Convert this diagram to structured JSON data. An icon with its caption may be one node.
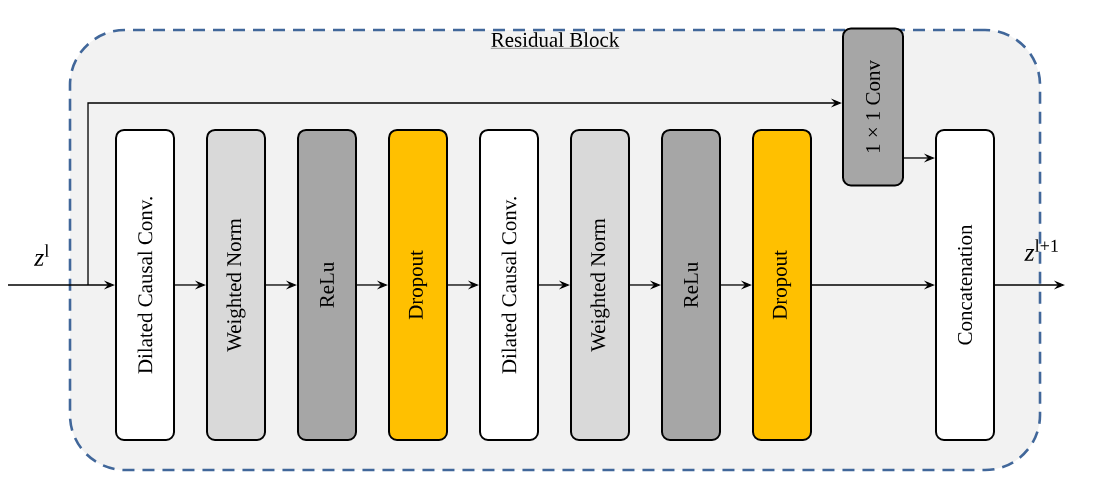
{
  "diagram": {
    "nodes": [
      {
        "text": [
          "Residual Block"
        ]
      },
      {
        "text": [
          "Dilated Causal Conv."
        ],
        "in": 0
      },
      {
        "text": [
          "Weighted Norm"
        ],
        "in": 0
      },
      {
        "text": [
          "ReLu"
        ],
        "in": 0
      },
      {
        "text": [
          "Dropout"
        ],
        "in": 0
      },
      {
        "text": [
          "Dilated Causal Conv."
        ],
        "in": 0
      },
      {
        "text": [
          "Weighted Norm"
        ],
        "in": 0
      },
      {
        "text": [
          "ReLu"
        ],
        "in": 0
      },
      {
        "text": [
          "Dropout"
        ],
        "in": 0
      },
      {
        "text": [
          "1 × 1 Conv"
        ],
        "in": 0
      },
      {
        "text": [
          "Concatenation"
        ],
        "in": 0
      }
    ],
    "edges": [
      {
        "from": null,
        "to": 1,
        "arrow": "to"
      },
      {
        "from": null,
        "to": 9,
        "arrow": "to"
      },
      {
        "from": 1,
        "to": 2,
        "arrow": "to"
      },
      {
        "from": 2,
        "to": 3,
        "arrow": "to"
      },
      {
        "from": 3,
        "to": 4,
        "arrow": "to"
      },
      {
        "from": 4,
        "to": 5,
        "arrow": "to"
      },
      {
        "from": 5,
        "to": 6,
        "arrow": "to"
      },
      {
        "from": 6,
        "to": 7,
        "arrow": "to"
      },
      {
        "from": 7,
        "to": 8,
        "arrow": "to"
      },
      {
        "from": 8,
        "to": 10,
        "arrow": "to"
      },
      {
        "from": 9,
        "to": 10,
        "arrow": "to"
      },
      {
        "from": 10,
        "to": null,
        "arrow": "to"
      }
    ],
    "labels": [
      "*z*$^{l}$",
      "*z*$^{l+1}$"
    ]
  }
}
